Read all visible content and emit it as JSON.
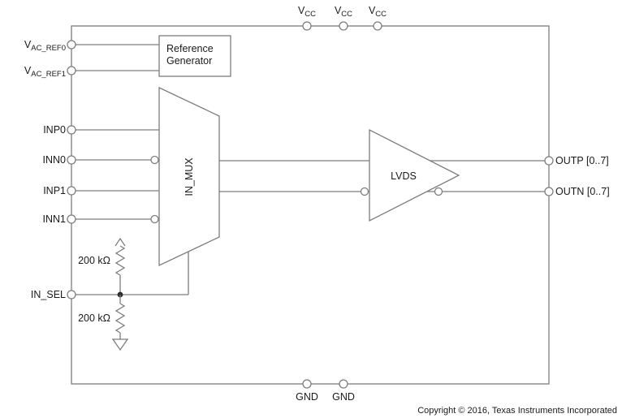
{
  "pins": {
    "vcc": {
      "base": "V",
      "sub": "CC"
    },
    "gnd": "GND",
    "vac_ref0": {
      "base": "V",
      "sub": "AC_REF0"
    },
    "vac_ref1": {
      "base": "V",
      "sub": "AC_REF1"
    },
    "inp0": "INP0",
    "inn0": "INN0",
    "inp1": "INP1",
    "inn1": "INN1",
    "in_sel": "IN_SEL",
    "outp": "OUTP [0..7]",
    "outn": "OUTN [0..7]"
  },
  "blocks": {
    "reference_generator": {
      "line1": "Reference",
      "line2": "Generator"
    },
    "in_mux": {
      "label": "IN_MUX"
    },
    "lvds": {
      "label": "LVDS"
    }
  },
  "components": {
    "pullup_resistor": {
      "value": "200 kΩ"
    },
    "pulldown_resistor": {
      "value": "200 kΩ"
    }
  },
  "colors": {
    "wire": "#7d7d7d",
    "text": "#1a1a1a"
  },
  "footer": {
    "copyright": "Copyright © 2016, Texas Instruments Incorporated"
  }
}
